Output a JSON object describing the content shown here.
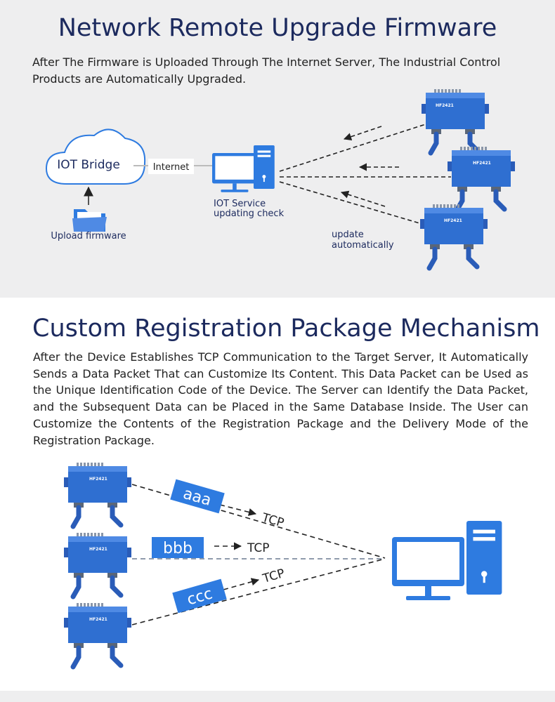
{
  "section1": {
    "title": "Network Remote Upgrade Firmware",
    "description": "After The Firmware is Uploaded Through The Internet Server, The Industrial Control Products are Automatically Upgraded.",
    "cloud_label": "IOT Bridge",
    "internet_label": "Internet",
    "upload_label": "Upload firmware",
    "service_label_line1": "IOT Service",
    "service_label_line2": "updating check",
    "update_label_line1": "update",
    "update_label_line2": "automatically",
    "device_model": "HF2421"
  },
  "section2": {
    "title": "Custom Registration Package Mechanism",
    "description": "After the Device Establishes TCP Communication to the Target Server, It Automatically Sends a Data Packet That can Customize Its Content. This Data Packet can be Used as the Unique Identification Code of the Device. The Server can Identify the Data Packet, and the Subsequent Data can be Placed in the Same Database Inside. The User can Customize the Contents of the Registration Package and the Delivery Mode of the Registration Package.",
    "packets": [
      {
        "label": "aaa",
        "protocol": "TCP"
      },
      {
        "label": "bbb",
        "protocol": "TCP"
      },
      {
        "label": "ccc",
        "protocol": "TCP"
      }
    ],
    "device_model": "HF2421"
  },
  "colors": {
    "title": "#1c2a5e",
    "accent_blue": "#2e7be0",
    "device_blue": "#2f6fd1",
    "panel_bg": "#eeeeef"
  }
}
